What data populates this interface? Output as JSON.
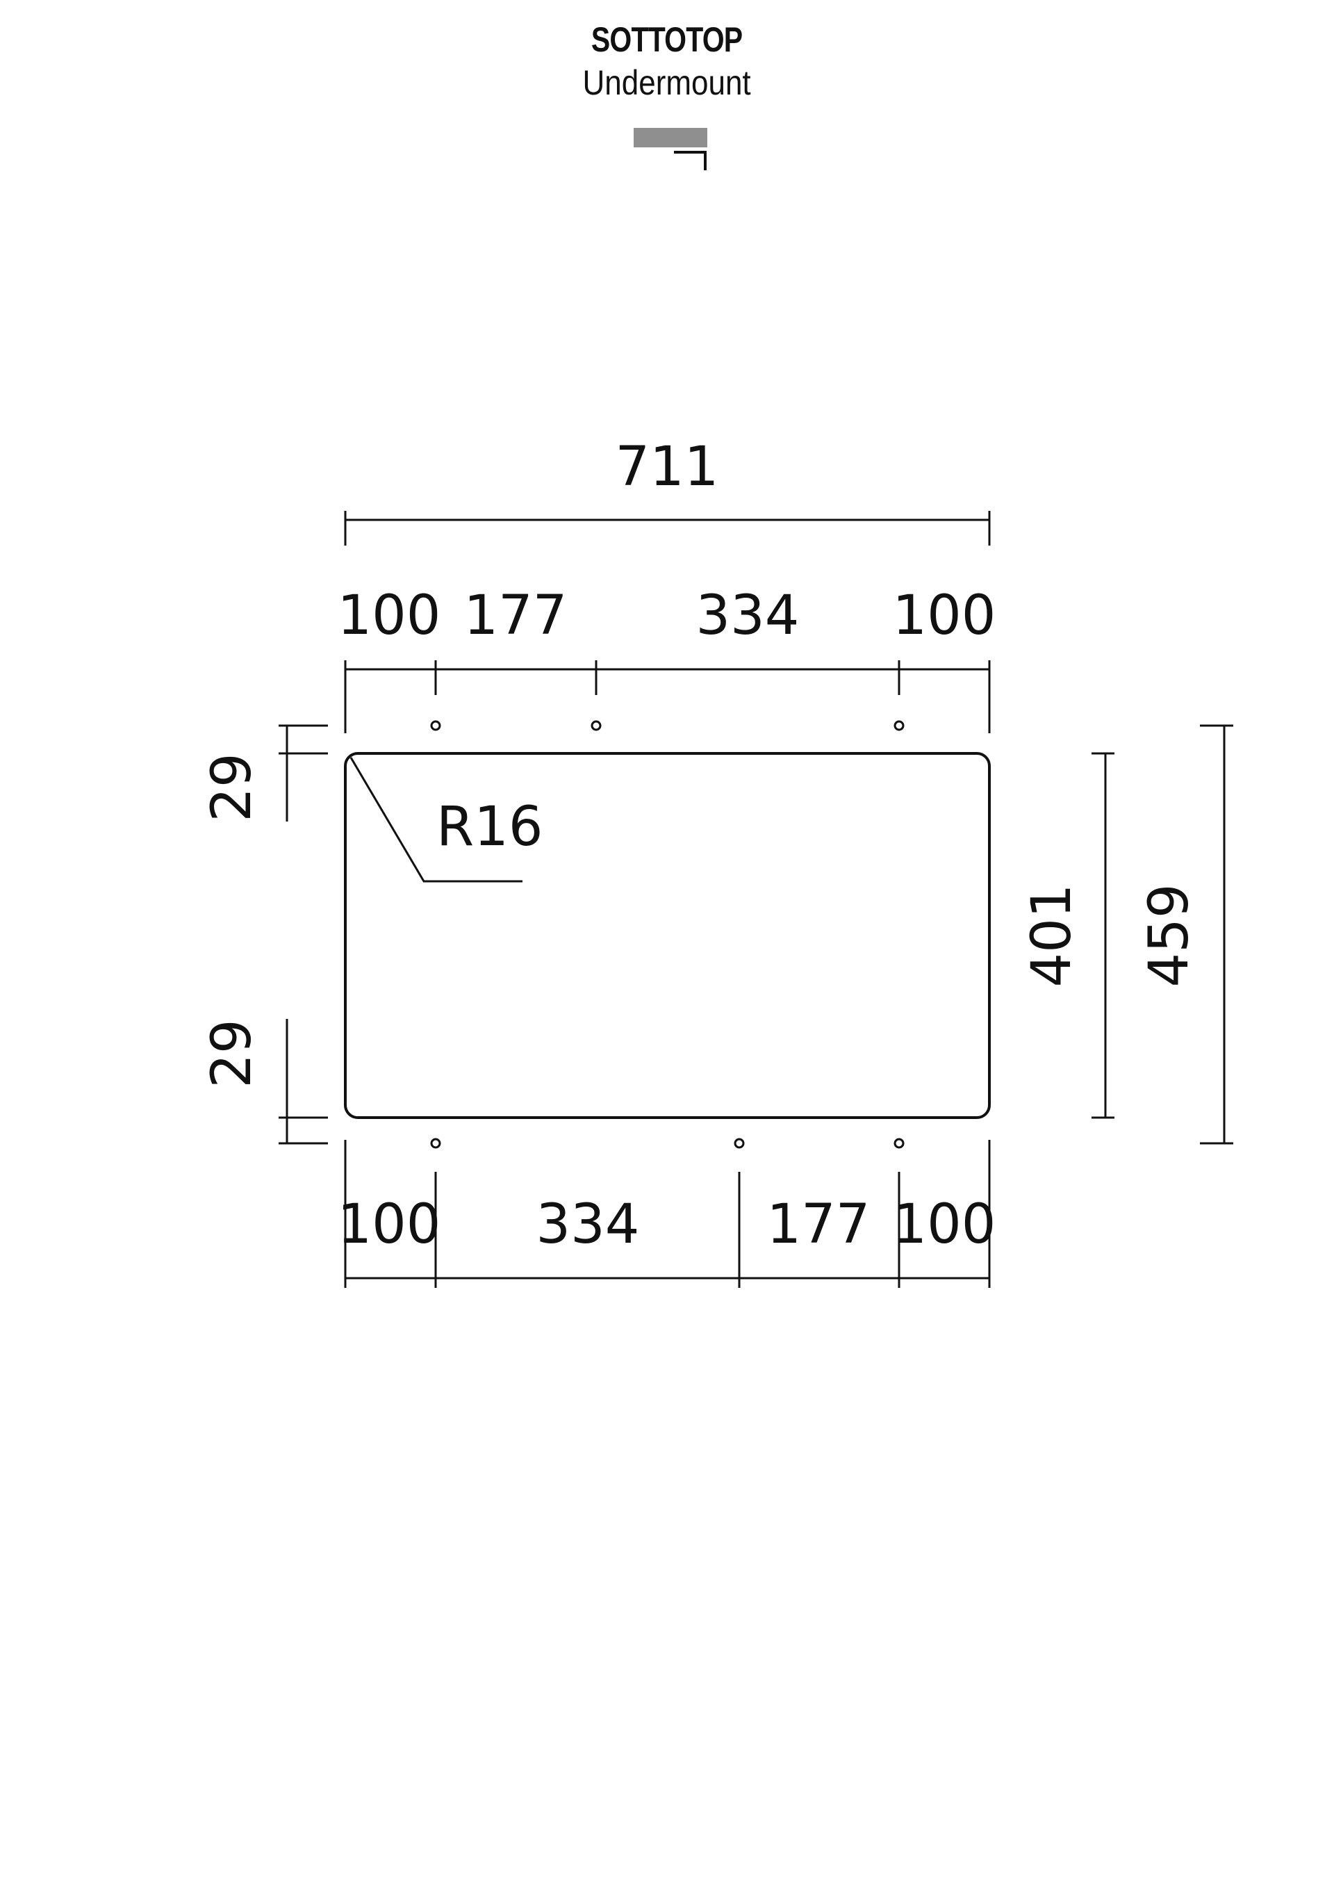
{
  "header": {
    "title": "SOTTOTOP",
    "subtitle": "Undermount"
  },
  "colors": {
    "line": "#111111",
    "icon_fill": "#8f8f8f"
  },
  "dimensions": {
    "overall_width": "711",
    "top_segments": [
      "100",
      "177",
      "334",
      "100"
    ],
    "bottom_segments": [
      "100",
      "334",
      "177",
      "100"
    ],
    "left_top_offset": "29",
    "left_bottom_offset": "29",
    "inner_height": "401",
    "overall_height": "459",
    "corner_radius": "R16"
  }
}
